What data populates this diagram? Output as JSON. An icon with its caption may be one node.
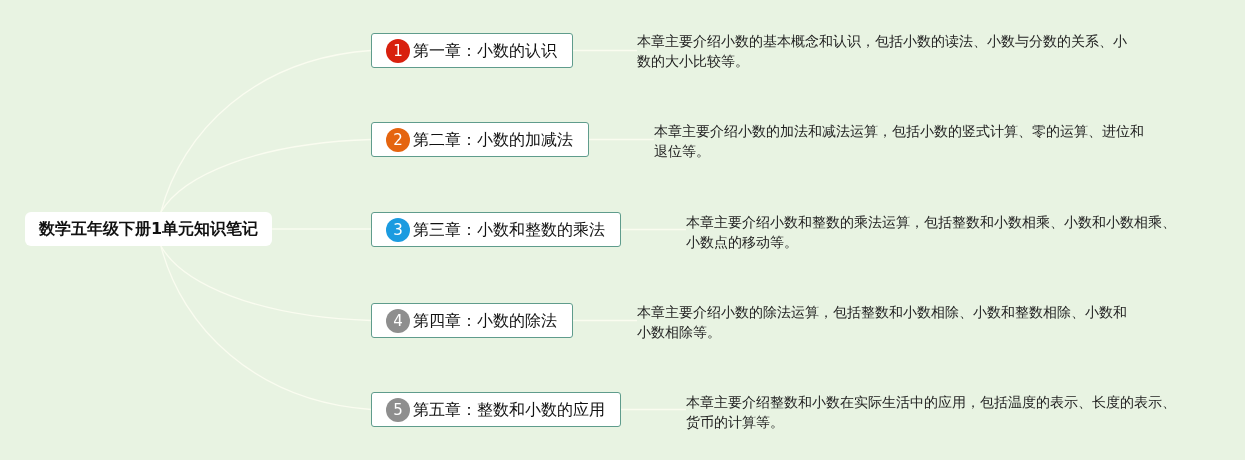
{
  "diagram": {
    "nodes": [
      {
        "text": [
          "数学五年级下册1单元知识笔记"
        ]
      },
      {
        "text": [
          "1",
          "第一章：小数的认识"
        ]
      },
      {
        "text": [
          "2",
          "第二章：小数的加减法"
        ]
      },
      {
        "text": [
          "3",
          "第三章：小数和整数的乘法"
        ]
      },
      {
        "text": [
          "4",
          "第四章：小数的除法"
        ]
      },
      {
        "text": [
          "5",
          "第五章：整数和小数的应用"
        ]
      },
      {
        "text": [
          "本章主要介绍小数的基本概念和认识，包括小数的读法、小数与分数的关系、小数的大小比较等。"
        ]
      },
      {
        "text": [
          "本章主要介绍小数的加法和减法运算，包括小数的竖式计算、零的运算、进位和退位等。"
        ]
      },
      {
        "text": [
          "本章主要介绍小数和整数的乘法运算，包括整数和小数相乘、小数和小数相乘、小数点的移动等。"
        ]
      },
      {
        "text": [
          "本章主要介绍小数的除法运算，包括整数和小数相除、小数和整数相除、小数和小数相除等。"
        ]
      },
      {
        "text": [
          "本章主要介绍整数和小数在实际生活中的应用，包括温度的表示、长度的表示、货币的计算等。"
        ]
      }
    ],
    "edges": [
      {
        "from": 0,
        "to": 1,
        "arrow": "none"
      },
      {
        "from": 0,
        "to": 2,
        "arrow": "none"
      },
      {
        "from": 0,
        "to": 3,
        "arrow": "none"
      },
      {
        "from": 0,
        "to": 4,
        "arrow": "none"
      },
      {
        "from": 0,
        "to": 5,
        "arrow": "none"
      },
      {
        "from": 1,
        "to": 6,
        "arrow": "none"
      },
      {
        "from": 2,
        "to": 7,
        "arrow": "none"
      },
      {
        "from": 3,
        "to": 8,
        "arrow": "none"
      },
      {
        "from": 4,
        "to": 9,
        "arrow": "none"
      },
      {
        "from": 5,
        "to": 10,
        "arrow": "none"
      }
    ]
  }
}
